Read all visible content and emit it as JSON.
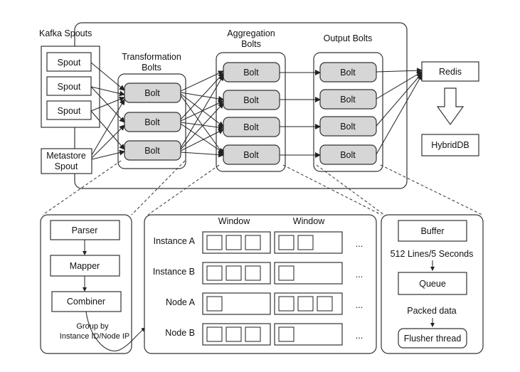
{
  "top": {
    "kafka_spouts_label": "Kafka Spouts",
    "spouts": [
      "Spout",
      "Spout",
      "Spout"
    ],
    "metastore_line1": "Metastore",
    "metastore_line2": "Spout",
    "transformation_line1": "Transformation",
    "transformation_line2": "Bolts",
    "aggregation_line1": "Aggregation",
    "aggregation_line2": "Bolts",
    "output_label": "Output Bolts",
    "transformation_bolts": [
      "Bolt",
      "Bolt",
      "Bolt"
    ],
    "aggregation_bolts": [
      "Bolt",
      "Bolt",
      "Bolt",
      "Bolt"
    ],
    "output_bolts": [
      "Bolt",
      "Bolt",
      "Bolt",
      "Bolt"
    ],
    "redis": "Redis",
    "hybriddb": "HybridDB"
  },
  "left_panel": {
    "parser": "Parser",
    "mapper": "Mapper",
    "combiner": "Combiner",
    "group_line1": "Group by",
    "group_line2": "Instance ID/Node IP"
  },
  "middle_panel": {
    "window_headers": [
      "Window",
      "Window"
    ],
    "rows": [
      {
        "label": "Instance A",
        "win1": 3,
        "win2": 2,
        "ellipsis": "..."
      },
      {
        "label": "Instance B",
        "win1": 3,
        "win2": 1,
        "ellipsis": "..."
      },
      {
        "label": "Node A",
        "win1": 1,
        "win2": 3,
        "ellipsis": "..."
      },
      {
        "label": "Node B",
        "win1": 3,
        "win2": 1,
        "ellipsis": "..."
      }
    ]
  },
  "right_panel": {
    "buffer": "Buffer",
    "rate": "512 Lines/5 Seconds",
    "queue": "Queue",
    "packed": "Packed data",
    "flusher": "Flusher thread"
  },
  "colors": {
    "bolt_fill": "#d6d6d6",
    "stroke": "#333333",
    "background": "#ffffff"
  }
}
